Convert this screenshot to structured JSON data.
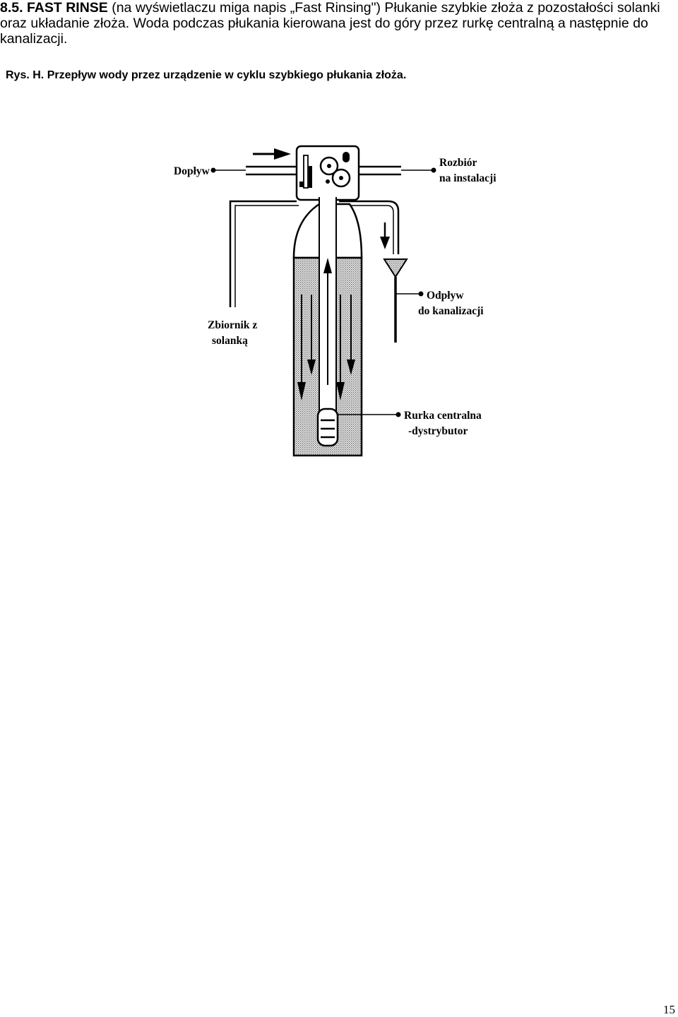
{
  "section": {
    "heading": "8.5. FAST RINSE",
    "paragraph": " (na wyświetlaczu miga napis „Fast Rinsing\") Płukanie szybkie złoża z pozostałości solanki oraz układanie złoża. Woda podczas płukania kierowana jest do góry przez rurkę centralną a następnie do kanalizacji."
  },
  "figure": {
    "caption": "Rys. H. Przepływ wody przez urządzenie w cyklu szybkiego płukania złoża.",
    "labels": {
      "inflow": "Dopływ",
      "outlet_line1": "Rozbiór",
      "outlet_line2": "na instalacji",
      "drain_line1": "Odpływ",
      "drain_line2": "do kanalizacji",
      "brine_line1": "Zbiornik z",
      "brine_line2": "solanką",
      "tube_line1": "Rurka centralna",
      "tube_line2": "-dystrybutor"
    }
  },
  "footer": {
    "page_number": "15"
  }
}
